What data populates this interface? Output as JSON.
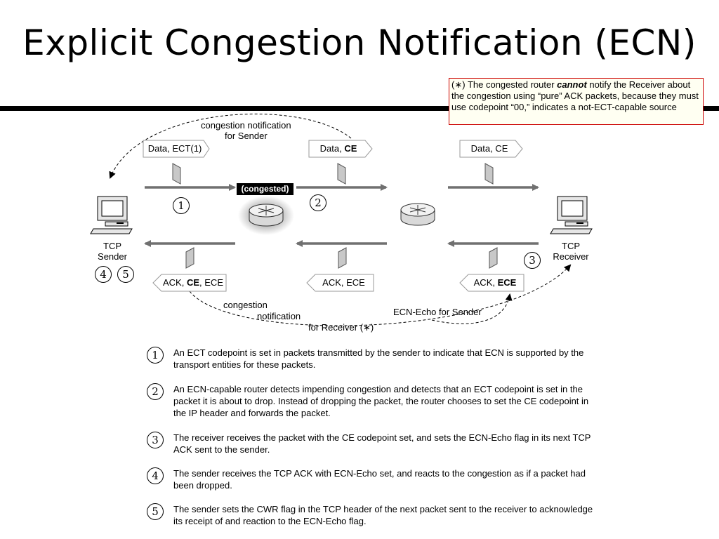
{
  "title": "Explicit Congestion Notification (ECN)",
  "note": {
    "prefix": "(",
    "star": "∗",
    "mid": ") The congested router ",
    "emph": "cannot",
    "rest": " notify the Receiver about the congestion using “pure” ACK packets, because they must use codepoint “00,” indicates a not-ECT-capable source"
  },
  "labels": {
    "congestion_note_sender_1": "congestion notification",
    "congestion_note_sender_2": "for Sender",
    "congested": "(congested)",
    "tcp_sender_1": "TCP",
    "tcp_sender_2": "Sender",
    "tcp_receiver_1": "TCP",
    "tcp_receiver_2": "Receiver",
    "congestion_note_receiver_1": "congestion",
    "congestion_note_receiver_2": "notification",
    "congestion_note_receiver_3": "for Receiver (∗)",
    "ecn_echo": "ECN-Echo for Sender"
  },
  "packets": {
    "fwd1": "Data, ECT(1)",
    "fwd2_prefix": "Data, ",
    "fwd2_bold": "CE",
    "fwd3": "Data, CE",
    "back1_prefix": "ACK, ",
    "back1_bold": "CE",
    "back1_suffix": ", ECE",
    "back2": "ACK, ECE",
    "back3_prefix": "ACK, ",
    "back3_bold": "ECE"
  },
  "markers": {
    "m1": "1",
    "m2": "2",
    "m3": "3",
    "m4": "4",
    "m5": "5"
  },
  "steps": [
    {
      "num": "1",
      "text": "An ECT codepoint is set in packets transmitted by the sender to indicate that ECN is supported by the transport entities for these packets."
    },
    {
      "num": "2",
      "text": "An ECN-capable router detects impending congestion and detects that an ECT codepoint is set in the packet it is about to drop. Instead of dropping the packet, the router chooses to set the CE codepoint in the IP header and forwards the packet."
    },
    {
      "num": "3",
      "text": "The receiver receives the packet with the CE codepoint set, and sets the ECN-Echo flag in its next TCP ACK sent to the sender."
    },
    {
      "num": "4",
      "text": "The sender receives the TCP ACK with ECN-Echo set, and reacts to the congestion as if a packet had been dropped."
    },
    {
      "num": "5",
      "text": "The sender sets the CWR flag in the TCP header of the next packet sent to the receiver to acknowledge its receipt of and reaction to the ECN-Echo flag."
    }
  ],
  "colors": {
    "arrow": "#707070",
    "note_border": "#cc0000",
    "note_bg": "#fffff2"
  },
  "icons": {
    "sender": "computer-icon",
    "receiver": "computer-icon",
    "router": "router-icon",
    "packet": "packet-icon"
  }
}
